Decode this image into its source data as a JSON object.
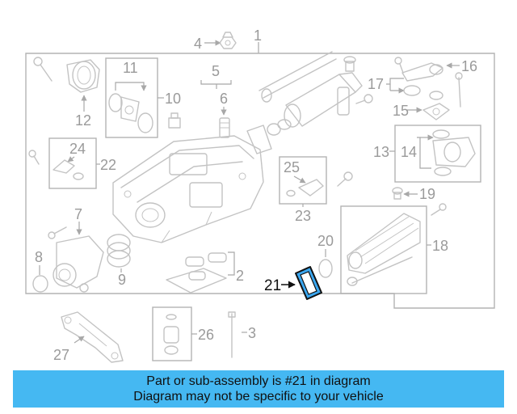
{
  "diagram": {
    "callouts": [
      "1",
      "2",
      "3",
      "4",
      "5",
      "6",
      "7",
      "8",
      "9",
      "10",
      "11",
      "12",
      "13",
      "14",
      "15",
      "16",
      "17",
      "18",
      "19",
      "20",
      "21",
      "22",
      "23",
      "24",
      "25",
      "26",
      "27"
    ],
    "highlighted_part": "21",
    "highlight_color": "#3aa7f0"
  },
  "banner": {
    "line1": "Part or sub-assembly is #21 in diagram",
    "line2": "Diagram may not be specific to your vehicle",
    "background": "#45b8f2"
  }
}
